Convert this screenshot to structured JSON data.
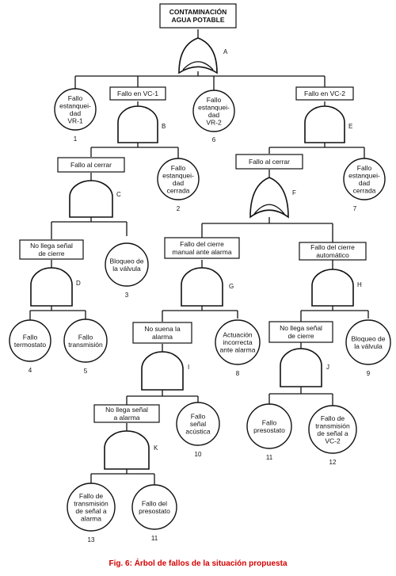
{
  "caption": "Fig. 6: Árbol de fallos de la situación propuesta",
  "top_event": [
    "CONTAMINACIÓN",
    "AGUA POTABLE"
  ],
  "gates": {
    "A": "A",
    "B": "B",
    "C": "C",
    "D": "D",
    "E": "E",
    "F": "F",
    "G": "G",
    "H": "H",
    "I": "I",
    "J": "J",
    "K": "K"
  },
  "events": {
    "vc1": "Fallo en VC-1",
    "vc2": "Fallo en VC-2",
    "cerrar_b": "Fallo al cerrar",
    "cerrar_e": "Fallo al cerrar",
    "no_llega_d": [
      "No llega señal",
      "de cierre"
    ],
    "manual": [
      "Fallo del cierre",
      "manual ante alarma"
    ],
    "automatico": [
      "Fallo del cierre",
      "automático"
    ],
    "no_suena": [
      "No suena la",
      "alarma"
    ],
    "no_llega_j": [
      "No llega señal",
      "de cierre"
    ],
    "no_llega_k": [
      "No llega señal",
      "a alarma"
    ]
  },
  "basic_events": {
    "b1": {
      "lines": [
        "Fallo",
        "estanquei-",
        "dad",
        "VR-1"
      ],
      "number": "1"
    },
    "b6": {
      "lines": [
        "Fallo",
        "estanquei-",
        "dad",
        "VR-2"
      ],
      "number": "6"
    },
    "b2": {
      "lines": [
        "Fallo",
        "estanquei-",
        "dad",
        "cerrada"
      ],
      "number": "2"
    },
    "b7": {
      "lines": [
        "Fallo",
        "estanquei-",
        "dad",
        "cerrada"
      ],
      "number": "7"
    },
    "b3": {
      "lines": [
        "Bloqueo de",
        "la válvula"
      ],
      "number": "3"
    },
    "b4": {
      "lines": [
        "Fallo",
        "termostato"
      ],
      "number": "4"
    },
    "b5": {
      "lines": [
        "Fallo",
        "transmisión"
      ],
      "number": "5"
    },
    "b8": {
      "lines": [
        "Actuación",
        "incorrecta",
        "ante alarma"
      ],
      "number": "8"
    },
    "b9": {
      "lines": [
        "Bloqueo de",
        "la válvula"
      ],
      "number": "9"
    },
    "b10": {
      "lines": [
        "Fallo",
        "señal",
        "acústica"
      ],
      "number": "10"
    },
    "b11a": {
      "lines": [
        "Fallo",
        "presostato"
      ],
      "number": "11"
    },
    "b12": {
      "lines": [
        "Fallo de",
        "transmisión",
        "de señal a",
        "VC-2"
      ],
      "number": "12"
    },
    "b13": {
      "lines": [
        "Fallo de",
        "transmisión",
        "de señal a",
        "alarma"
      ],
      "number": "13"
    },
    "b11b": {
      "lines": [
        "Fallo del",
        "presostato"
      ],
      "number": "11"
    }
  },
  "colors": {
    "caption": "#d40000",
    "lines": "#111111"
  }
}
